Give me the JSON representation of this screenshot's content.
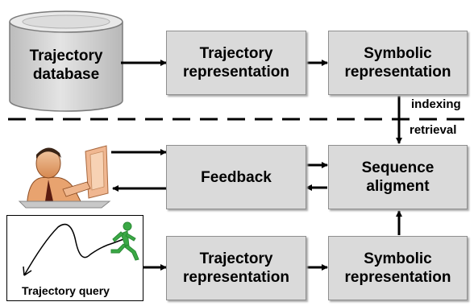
{
  "database": {
    "label": "Trajectory\ndatabase"
  },
  "nodes": {
    "top_traj_rep": "Trajectory\nrepresentation",
    "top_sym_rep": "Symbolic\nrepresentation",
    "feedback": "Feedback",
    "sequence_alignment": "Sequence\naligment",
    "bottom_traj_rep": "Trajectory\nrepresentation",
    "bottom_sym_rep": "Symbolic\nrepresentation"
  },
  "edge_labels": {
    "indexing": "indexing",
    "retrieval": "retrieval"
  },
  "query": {
    "caption": "Trajectory query"
  },
  "icons": {
    "database": "database-cylinder-icon",
    "user": "user-at-computer-icon",
    "runner": "running-person-icon"
  },
  "colors": {
    "box_fill": "#dadada",
    "box_border": "#8f8f8f",
    "cylinder_fill": "#d6d6d6",
    "runner": "#3aa845",
    "arrow": "#000000"
  }
}
